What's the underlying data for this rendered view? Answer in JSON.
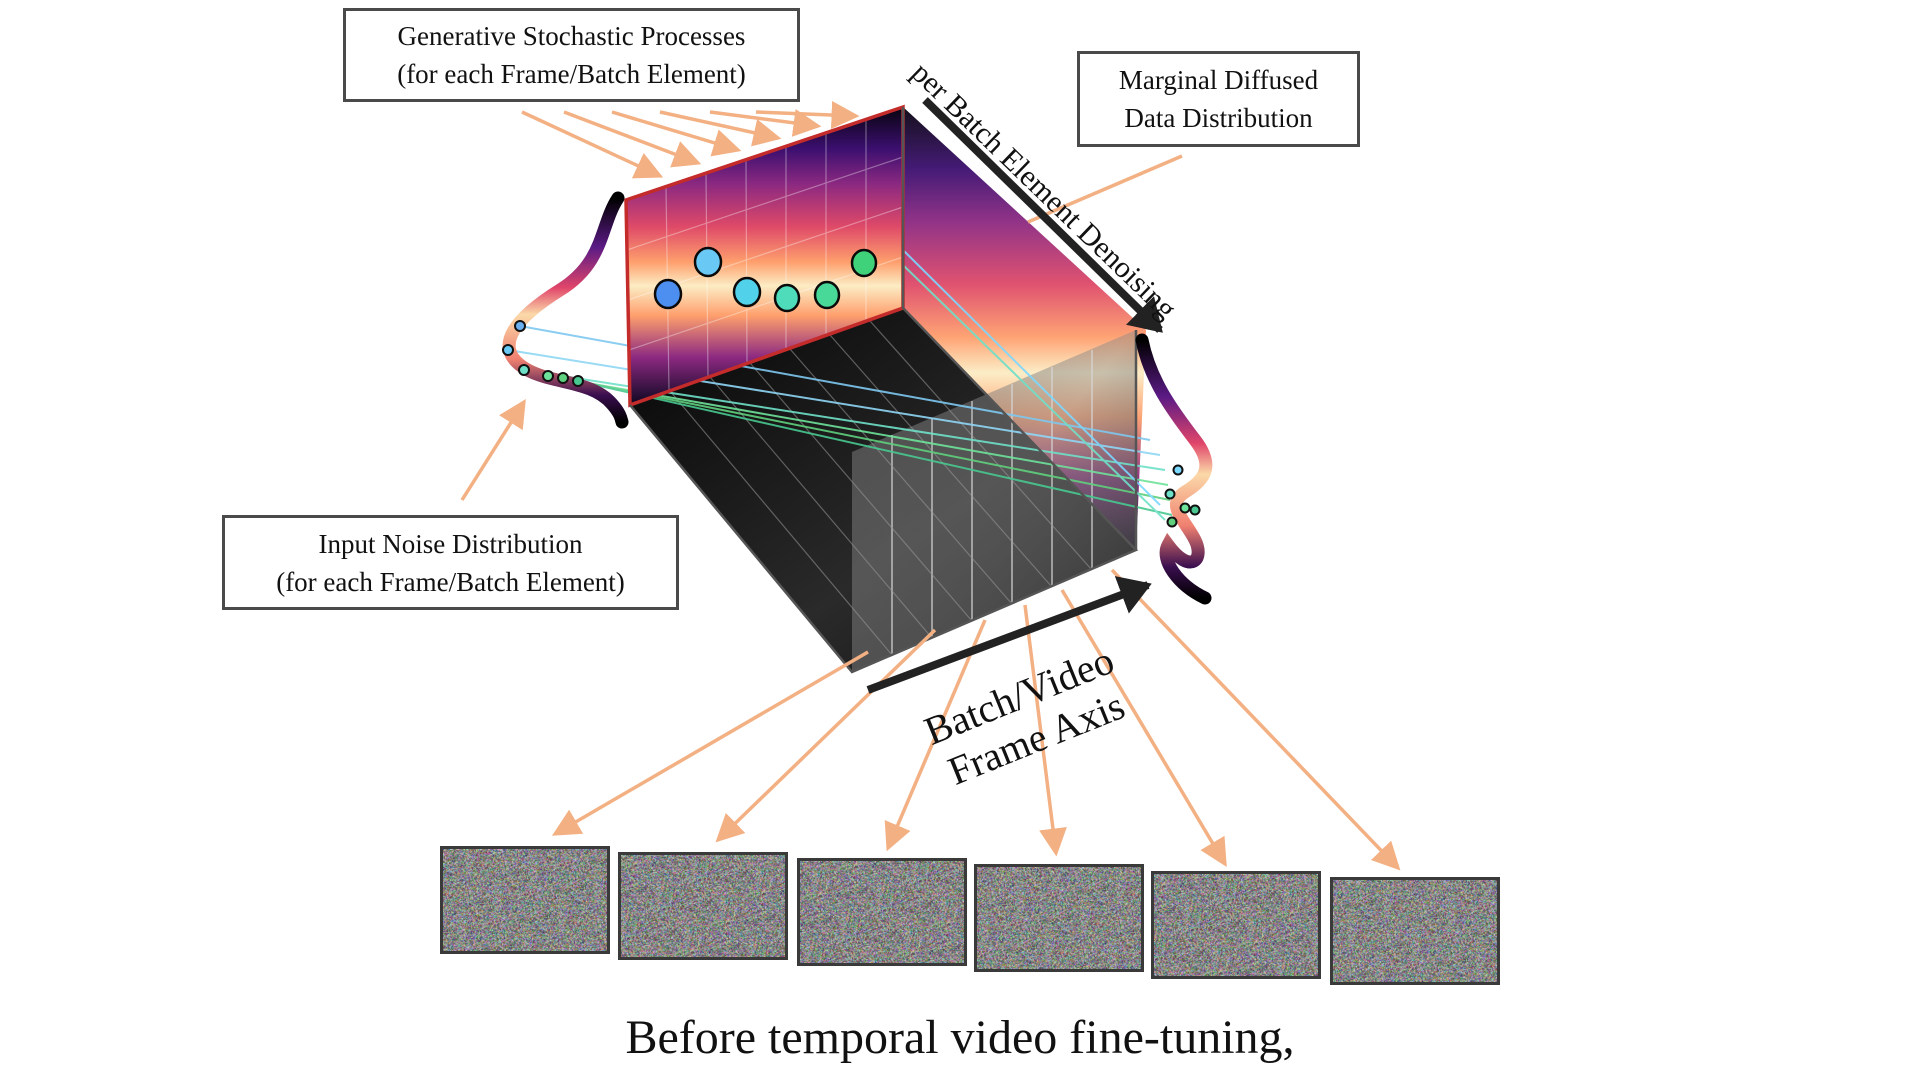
{
  "labels": {
    "generative": {
      "line1": "Generative Stochastic Processes",
      "line2": "(for each Frame/Batch Element)"
    },
    "marginal": {
      "line1": "Marginal Diffused",
      "line2": "Data Distribution"
    },
    "input_noise": {
      "line1": "Input Noise Distribution",
      "line2": "(for each Frame/Batch Element)"
    },
    "denoising_axis": "per Batch Element Denoising",
    "batch_axis": {
      "line1": "Batch/Video",
      "line2": "Frame Axis"
    },
    "caption": "Before temporal video fine-tuning,"
  },
  "colors": {
    "arrow_orange": "#f3b083",
    "face_red": "#c42b2b",
    "box_border": "#4a4a4a",
    "point_blue": "#4d8ff0",
    "point_cyan": "#52d2ea",
    "point_green": "#3fd27a"
  },
  "noise_frames": {
    "count": 6,
    "state": "random noise"
  }
}
